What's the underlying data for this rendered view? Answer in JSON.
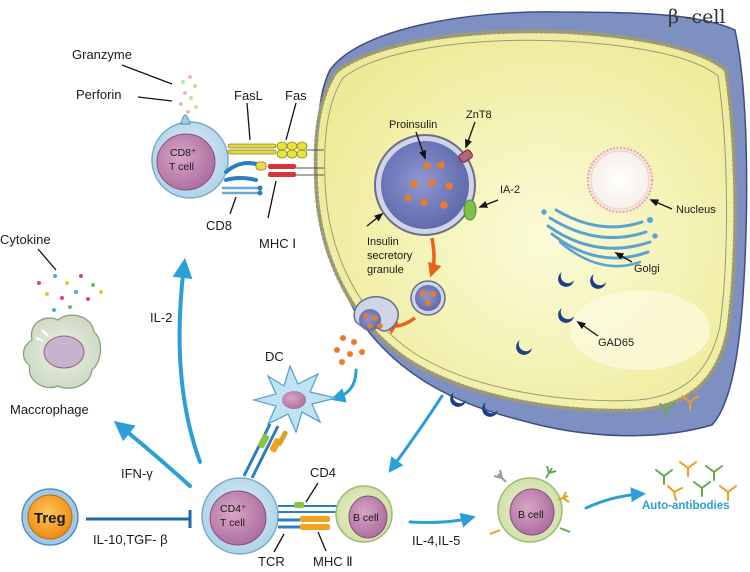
{
  "colors": {
    "accent_arrow": "#2b9fd6",
    "beta_cell_fill": "#f2f0a8",
    "beta_cell_membrane": "#8a8a7a",
    "granule": "#7b86c4",
    "cargo": "#e87c2c",
    "gad65": "#1c3d8a",
    "treg": "#f29a1e",
    "auto_antibodies_text": "#2b9fd6"
  },
  "beta_cell": {
    "title": "β -cell",
    "proinsulin": "Proinsulin",
    "znt8": "ZnT8",
    "ia2": "IA-2",
    "granule_label": [
      "Insulin",
      "secretory",
      "granule"
    ],
    "nucleus": "Nucleus",
    "golgi": "Golgi",
    "gad65": "GAD65"
  },
  "cd8_cell": {
    "name_line1": "CD8⁺",
    "name_line2": "T cell",
    "granzyme": "Granzyme",
    "perforin": "Perforin",
    "fasl": "FasL",
    "fas": "Fas",
    "cd8": "CD8",
    "mhc1": "MHC Ⅰ"
  },
  "macrophage": {
    "cytokine": "Cytokine",
    "label": "Maccrophage"
  },
  "arrows": {
    "il2": "IL-2",
    "ifn": "IFN-γ",
    "il10": "IL-10,TGF- β",
    "il45": "IL-4,IL-5"
  },
  "dc": {
    "label": "DC"
  },
  "cd4_cell": {
    "name_line1": "CD4⁺",
    "name_line2": "T cell",
    "cd4": "CD4",
    "tcr": "TCR",
    "mhc2": "MHC Ⅱ"
  },
  "b_cell": {
    "label": "B cell"
  },
  "b_cell_2": {
    "label": "B cell"
  },
  "treg": {
    "label": "Treg"
  },
  "auto_antibodies": {
    "label": "Auto-antibodies"
  }
}
